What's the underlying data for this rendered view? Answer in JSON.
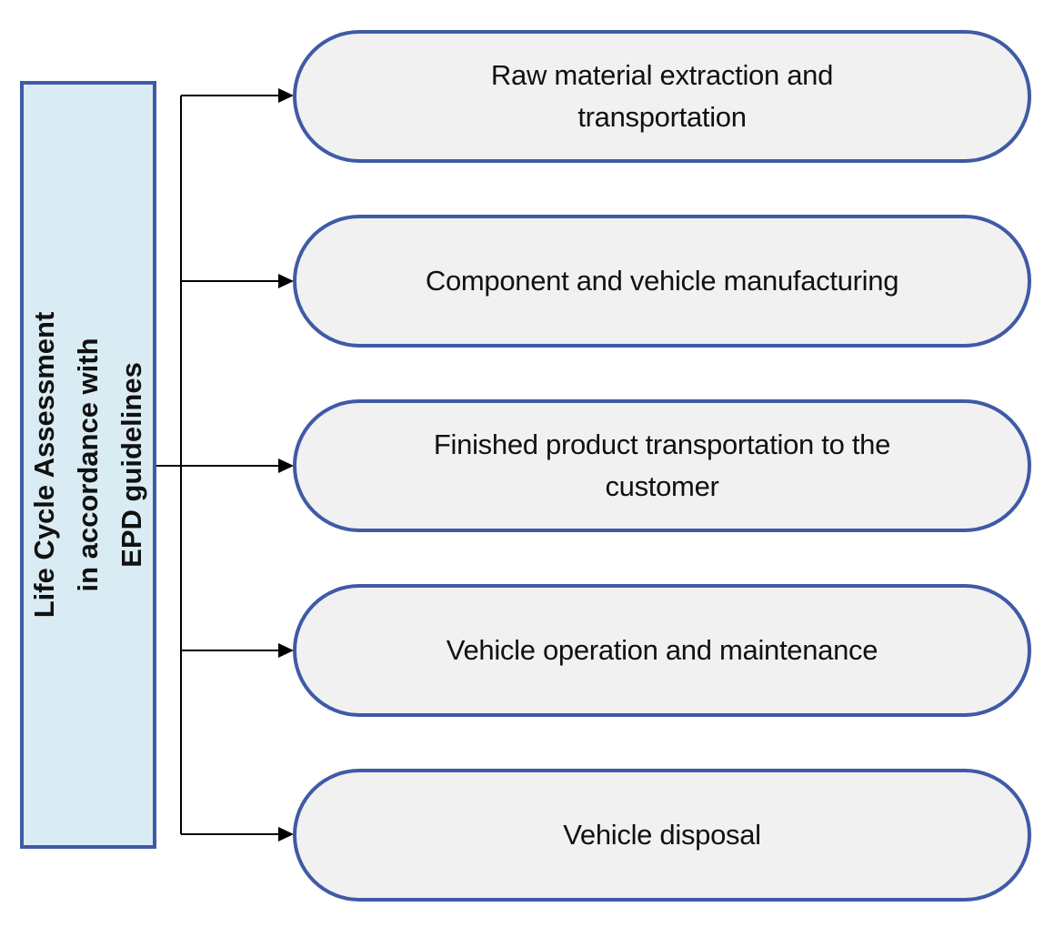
{
  "diagram": {
    "root": {
      "label": "Life Cycle Assessment\nin accordance with\nEPD guidelines",
      "fill": "#daecf3",
      "border": "#3f5aa6"
    },
    "stages": [
      {
        "label": "Raw material extraction and\ntransportation"
      },
      {
        "label": "Component and vehicle manufacturing"
      },
      {
        "label": "Finished product transportation to the\ncustomer"
      },
      {
        "label": "Vehicle operation and maintenance"
      },
      {
        "label": "Vehicle disposal"
      }
    ],
    "stage_style": {
      "fill": "#f1f1f1",
      "border": "#3f5aa6"
    },
    "connector_color": "#000000"
  }
}
